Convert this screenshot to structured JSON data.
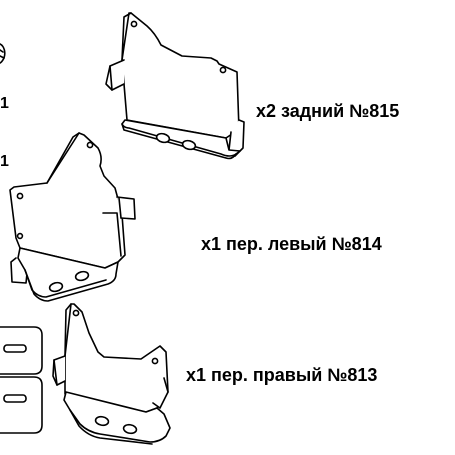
{
  "parts": [
    {
      "label": "x2 задний №815"
    },
    {
      "label": "x1 пер. левый №814"
    },
    {
      "label": "x1 пер. правый №813"
    }
  ],
  "edge_fragments": [
    "1",
    "1"
  ],
  "colors": {
    "line": "#000000",
    "background": "#ffffff"
  }
}
